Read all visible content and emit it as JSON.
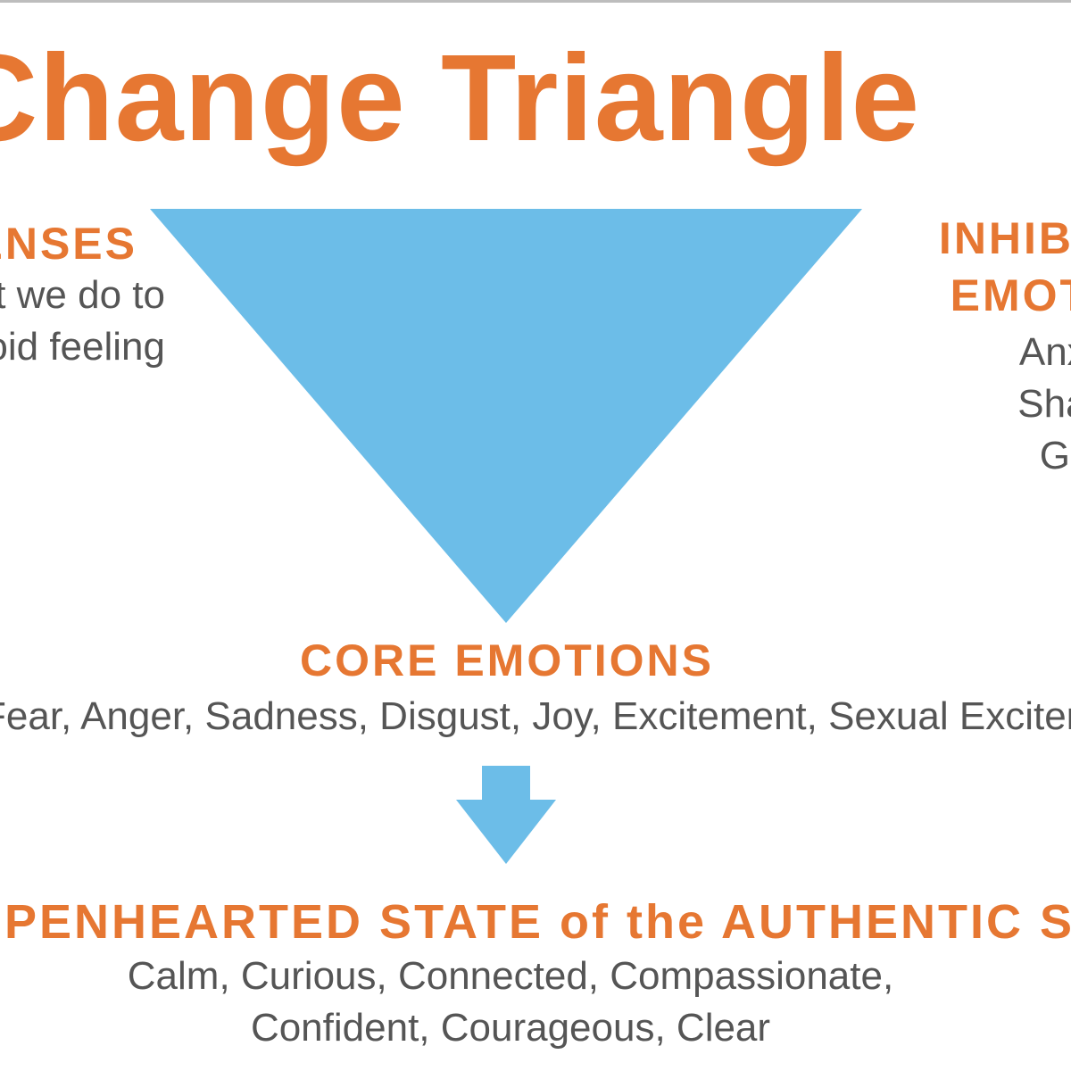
{
  "title": "The Change Triangle",
  "defenses": {
    "heading": "DEFENSES",
    "lines": [
      "What we do to",
      "avoid feeling"
    ]
  },
  "inhibitory": {
    "heading_lines": [
      "INHIBITORY",
      "EMOTIONS"
    ],
    "items": [
      "Anxiety",
      "Shame",
      "Guilt"
    ]
  },
  "core": {
    "heading": "CORE EMOTIONS",
    "list": "Fear, Anger, Sadness, Disgust, Joy, Excitement, Sexual Excitement"
  },
  "openhearted": {
    "heading": "OPENHEARTED STATE of the AUTHENTIC SELF",
    "lines": [
      "Calm, Curious, Connected, Compassionate,",
      "Confident, Courageous, Clear"
    ]
  },
  "colors": {
    "accent_orange": "#e67732",
    "triangle_blue": "#6cbde8",
    "text_gray": "#555555"
  }
}
